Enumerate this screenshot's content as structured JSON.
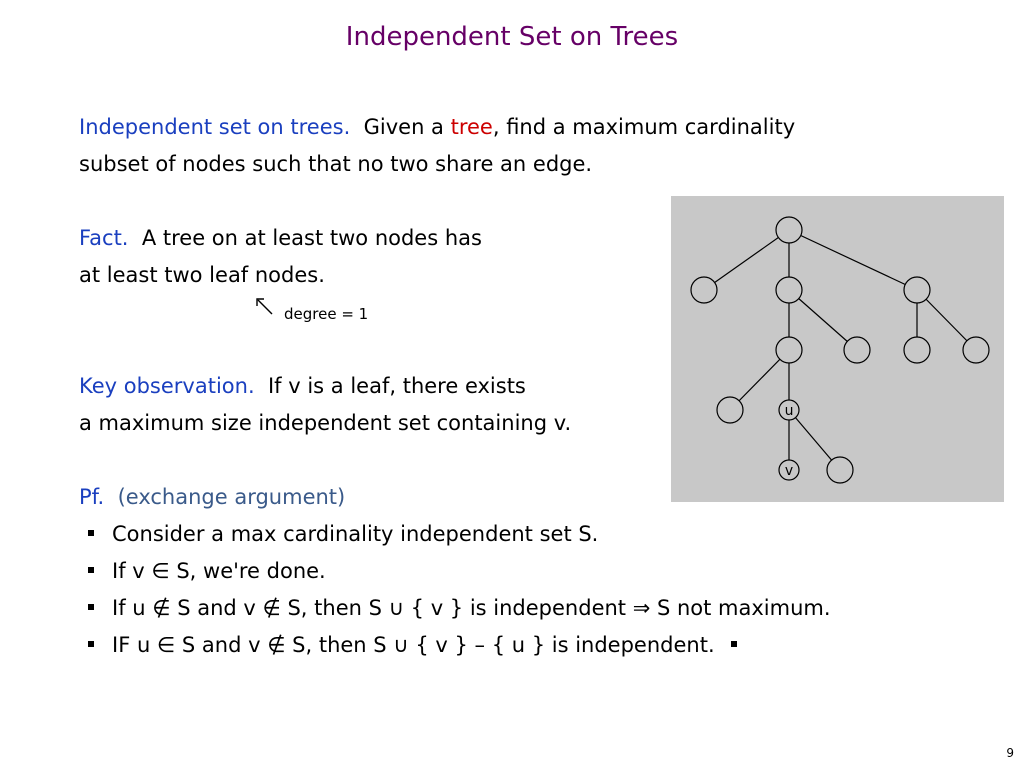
{
  "title": "Independent Set on Trees",
  "intro": {
    "term": "Independent set on trees.",
    "text_before": "Given a ",
    "highlight": "tree",
    "text_after": ", find a maximum cardinality",
    "line2": "subset of nodes such that no two share an edge."
  },
  "fact": {
    "term": "Fact.",
    "line1": "A tree on at least two nodes has",
    "line2": "at least two leaf nodes.",
    "annotation": "degree = 1"
  },
  "key": {
    "term": "Key observation.",
    "line1": "If v is a leaf, there exists",
    "line2": "a maximum size independent set containing v."
  },
  "proof": {
    "term": "Pf.",
    "note": "(exchange argument)",
    "bullets": [
      "Consider a max cardinality independent set S.",
      "If v ∈ S, we're done.",
      "If u ∉ S and v ∉ S, then S ∪  { v } is independent ⇒ S not maximum.",
      "IF u ∈ S and v ∉ S, then S ∪  { v } – { u } is independent."
    ]
  },
  "tree": {
    "node_u": "u",
    "node_v": "v"
  },
  "page_number": "9",
  "colors": {
    "title": "#660066",
    "term": "#1a3fbf",
    "highlight": "#cc0000",
    "panel": "#c8c8c8"
  }
}
